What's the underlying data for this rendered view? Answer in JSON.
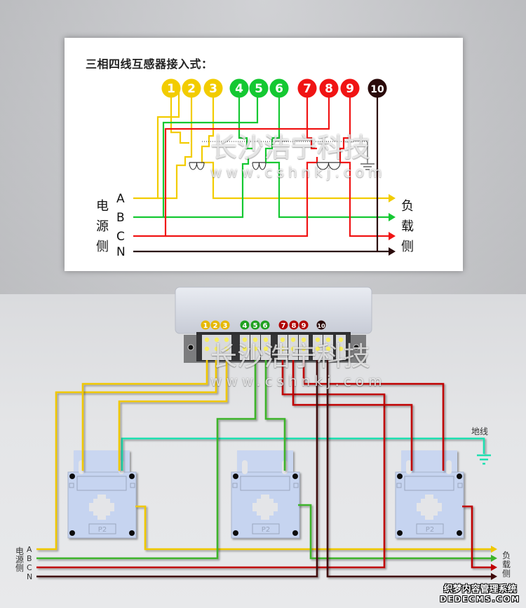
{
  "top_diagram": {
    "title": "三相四线互感器接入式：",
    "terminals": [
      {
        "num": "1",
        "phase": "A"
      },
      {
        "num": "2",
        "phase": "A"
      },
      {
        "num": "3",
        "phase": "A"
      },
      {
        "num": "4",
        "phase": "B"
      },
      {
        "num": "5",
        "phase": "B"
      },
      {
        "num": "6",
        "phase": "B"
      },
      {
        "num": "7",
        "phase": "C"
      },
      {
        "num": "8",
        "phase": "C"
      },
      {
        "num": "9",
        "phase": "C"
      },
      {
        "num": "10",
        "phase": "N"
      }
    ],
    "source_side_label": [
      "电",
      "源",
      "侧"
    ],
    "load_side_label": [
      "负",
      "载",
      "侧"
    ],
    "lines": [
      "A",
      "B",
      "C",
      "N"
    ]
  },
  "bottom_diagram": {
    "terminals": [
      "1",
      "2",
      "3",
      "4",
      "5",
      "6",
      "7",
      "8",
      "9",
      "10"
    ],
    "ct_labels": [
      "P2",
      "P2",
      "P2"
    ],
    "ground_label": "地线",
    "source_side_label": [
      "电",
      "源",
      "侧"
    ],
    "load_side_label": [
      "负",
      "载",
      "侧"
    ],
    "lines": [
      "A",
      "B",
      "C",
      "N"
    ]
  },
  "watermark": {
    "brand": "长沙浩宁科技",
    "url": "www.cshnkj.com",
    "corner_line1": "织梦内容管理系统",
    "corner_line2": "DEDECMS.COM"
  },
  "colors": {
    "phase_a": "#f2cc00",
    "phase_b": "#14c832",
    "phase_c": "#f01414",
    "neutral": "#2a0a0a",
    "ground": "#1de0b0",
    "bottom_a": "#f0c800",
    "bottom_b": "#3cb42a",
    "bottom_c": "#c00000",
    "bottom_n": "#400808"
  }
}
